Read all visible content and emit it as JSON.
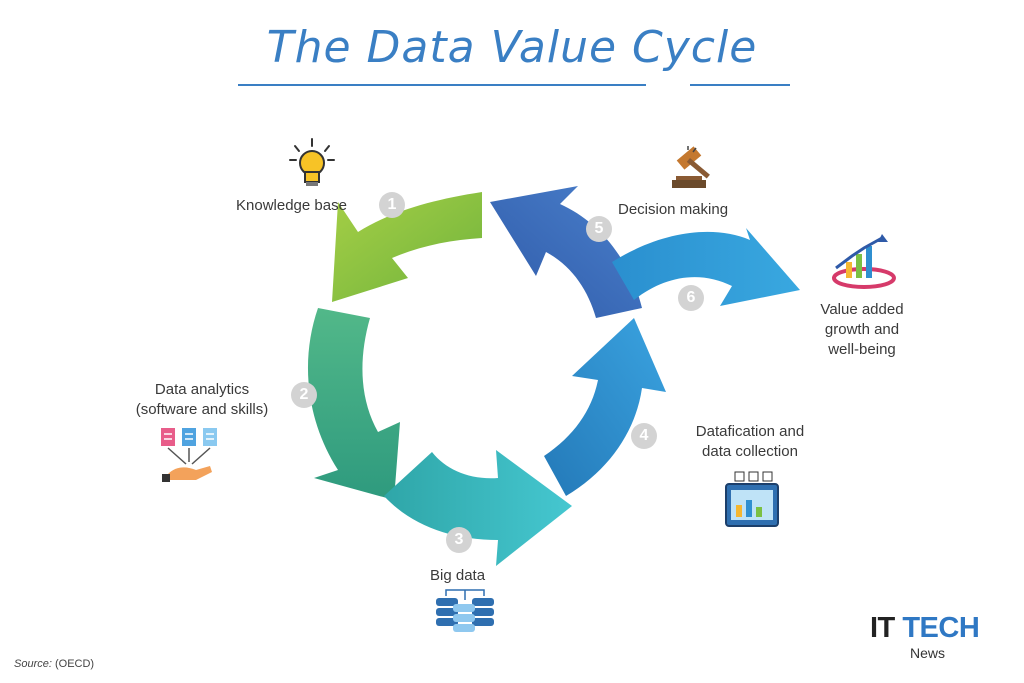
{
  "title": "The Data Value Cycle",
  "steps": [
    {
      "number": "1",
      "label": "Knowledge base",
      "icon": "lightbulb-icon",
      "color": "#8bc53f"
    },
    {
      "number": "2",
      "label_line1": "Data analytics",
      "label_line2": "(software and skills)",
      "icon": "documents-hand-icon",
      "color": "#3aaa8a"
    },
    {
      "number": "3",
      "label": "Big data",
      "icon": "database-icon",
      "color": "#2fbcc4"
    },
    {
      "number": "4",
      "label_line1": "Datafication and",
      "label_line2": "data collection",
      "icon": "data-folder-icon",
      "color": "#2f8fd0"
    },
    {
      "number": "5",
      "label": "Decision making",
      "icon": "gavel-icon",
      "color": "#3b6fbf"
    },
    {
      "number": "6",
      "label_line1": "Value added",
      "label_line2": "growth and",
      "label_line3": "well-being",
      "icon": "growth-chart-icon",
      "color": "#2a9fd8"
    }
  ],
  "source_label": "Source:",
  "source_value": "(OECD)",
  "logo": {
    "part1": "IT ",
    "part2": "TECH",
    "sub": "News"
  }
}
